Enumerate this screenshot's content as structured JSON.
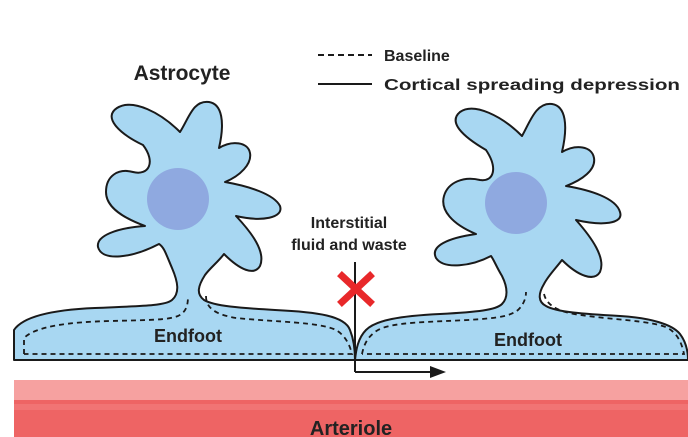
{
  "labels": {
    "astrocyte": "Astrocyte",
    "endfoot_left": "Endfoot",
    "endfoot_right": "Endfoot",
    "interstitial_line1": "Interstitial",
    "interstitial_line2": "fluid and waste",
    "arteriole": "Arteriole"
  },
  "legend": {
    "baseline": "Baseline",
    "csd": "Cortical spreading depression"
  },
  "colors": {
    "cell_fill": "#a8d7f2",
    "cell_stroke": "#1a1a1a",
    "nucleus": "#8fa9e0",
    "arteriole_light": "#f6a1a0",
    "arteriole_dark": "#ee6464",
    "blocked_marker": "#e8282a"
  },
  "icons": {
    "blocked": "x-cross-icon",
    "flow_arrow": "arrow-right-icon"
  }
}
